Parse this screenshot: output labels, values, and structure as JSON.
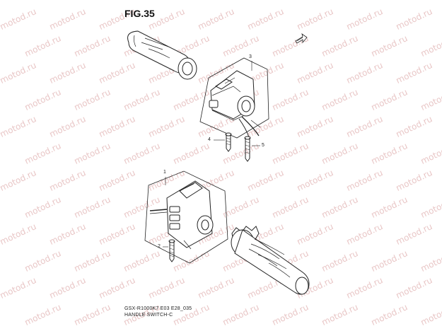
{
  "figure": {
    "title": "FIG.35",
    "code": "GSX-R1000K7 E03 E28_035",
    "name": "HANDLE SWITCH-C"
  },
  "callouts": [
    "1",
    "2",
    "3",
    "4",
    "5"
  ],
  "watermark": "motod.ru",
  "colors": {
    "line": "#222222",
    "watermark": "#e9c7c7"
  }
}
